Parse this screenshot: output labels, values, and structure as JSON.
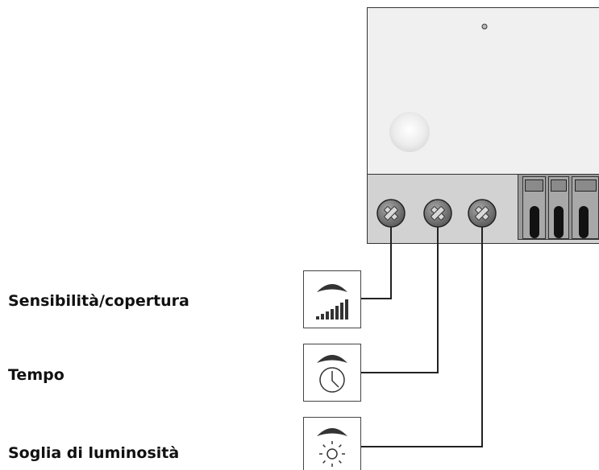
{
  "labels": {
    "sensitivity": "Sensibilità/copertura",
    "time": "Tempo",
    "light_threshold": "Soglia di luminosità"
  },
  "icons": {
    "sensitivity": "sensitivity-bars-icon",
    "time": "clock-icon",
    "light_threshold": "sun-icon",
    "adjust_screw": "screw-icon",
    "terminal": "terminal-block-icon",
    "lens": "light-sensor-lens-icon"
  },
  "colors": {
    "housing": "#f0f0f0",
    "panel": "#d2d2d2",
    "screw": "#7a7a7a",
    "terminal_block": "#9a9a9a",
    "outline": "#333333"
  }
}
